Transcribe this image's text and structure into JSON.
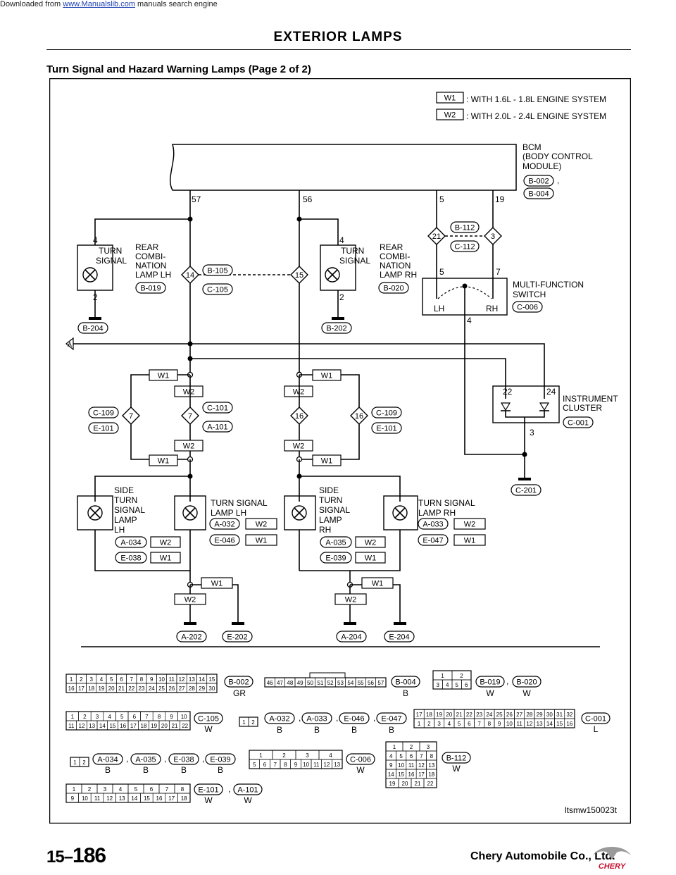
{
  "header": {
    "downloaded_from": "Downloaded from",
    "site_link": "www.Manualslib.com",
    "search_engine": "manuals search engine",
    "section_title": "EXTERIOR LAMPS",
    "page_title": "Turn Signal and Hazard Warning Lamps (Page 2 of 2)"
  },
  "legend": [
    {
      "code": "W1",
      "text": ": WITH 1.6L - 1.8L ENGINE SYSTEM"
    },
    {
      "code": "W2",
      "text": ": WITH 2.0L - 2.4L ENGINE SYSTEM"
    }
  ],
  "bcm": {
    "name": "BCM",
    "desc1": "(BODY CONTROL",
    "desc2": "MODULE)",
    "conn1": "B-002",
    "sep": ",",
    "conn2": "B-004",
    "pins": [
      "57",
      "56",
      "5",
      "19"
    ]
  },
  "rear_lh": {
    "inner1": "TURN",
    "inner2": "SIGNAL",
    "l1": "REAR",
    "l2": "COMBI-",
    "l3": "NATION",
    "l4": "LAMP LH",
    "conn": "B-019",
    "pin_top": "4",
    "pin_bot": "2",
    "ground": "B-204"
  },
  "rear_rh": {
    "inner1": "TURN",
    "inner2": "SIGNAL",
    "l1": "REAR",
    "l2": "COMBI-",
    "l3": "NATION",
    "l4": "LAMP RH",
    "conn": "B-020",
    "pin_top": "4",
    "pin_bot": "2",
    "ground": "B-202"
  },
  "inline_105": {
    "pin_l": "14",
    "pin_r": "15",
    "c1": "B-105",
    "c2": "C-105"
  },
  "inline_112": {
    "pin_l": "21",
    "pin_r": "3",
    "c1": "B-112",
    "c2": "C-112"
  },
  "mfs": {
    "l1": "MULTI-FUNCTION",
    "l2": "SWITCH",
    "conn": "C-006",
    "pin_l": "5",
    "pin_r": "7",
    "lh": "LH",
    "rh": "RH",
    "pin_b": "4"
  },
  "offpage": "A",
  "variants": {
    "w1": "W1",
    "w2": "W2"
  },
  "inline_109": {
    "c1": "C-109",
    "c2": "E-101",
    "pin_l": "7",
    "pin_r": "16"
  },
  "inline_101": {
    "c1": "C-101",
    "c2": "A-101",
    "pin_l": "7",
    "pin_r": "16"
  },
  "cluster": {
    "l1": "INSTRUMENT",
    "l2": "CLUSTER",
    "conn": "C-001",
    "pin_a": "22",
    "pin_b": "24",
    "pin_g": "3",
    "ground": "C-201"
  },
  "side_lh": {
    "l1": "SIDE",
    "l2": "TURN",
    "l3": "SIGNAL",
    "l4": "LAMP",
    "l5": "LH",
    "c1": "A-034",
    "c2": "E-038"
  },
  "turn_lh": {
    "l1": "TURN SIGNAL",
    "l2": "LAMP LH",
    "c1": "A-032",
    "c2": "E-046"
  },
  "side_rh": {
    "l1": "SIDE",
    "l2": "TURN",
    "l3": "SIGNAL",
    "l4": "LAMP",
    "l5": "RH",
    "c1": "A-035",
    "c2": "E-039"
  },
  "turn_rh": {
    "l1": "TURN SIGNAL",
    "l2": "LAMP RH",
    "c1": "A-033",
    "c2": "E-047"
  },
  "grounds": [
    "A-202",
    "E-202",
    "A-204",
    "E-204"
  ],
  "connectors": {
    "b002": {
      "pins_top": [
        "1",
        "2",
        "3",
        "4",
        "5",
        "6",
        "7",
        "8",
        "9",
        "10",
        "11",
        "12",
        "13",
        "14",
        "15"
      ],
      "pins_bot": [
        "16",
        "17",
        "18",
        "19",
        "20",
        "21",
        "22",
        "23",
        "24",
        "25",
        "26",
        "27",
        "28",
        "29",
        "30"
      ],
      "code": "B-002",
      "color": "GR"
    },
    "b004": {
      "pins": [
        "46",
        "47",
        "48",
        "49",
        "50",
        "51",
        "52",
        "53",
        "54",
        "55",
        "56",
        "57"
      ],
      "code": "B-004",
      "color": "B"
    },
    "b019": {
      "top": [
        "1",
        "2"
      ],
      "bot": [
        "3",
        "4",
        "5",
        "6"
      ],
      "code1": "B-019",
      "code2": "B-020",
      "color1": "W",
      "color2": "W"
    },
    "c105": {
      "top": [
        "1",
        "2",
        "3",
        "4",
        "5",
        "6",
        "7",
        "8",
        "9",
        "10"
      ],
      "bot": [
        "11",
        "12",
        "13",
        "14",
        "15",
        "16",
        "17",
        "18",
        "19",
        "20",
        "21",
        "22"
      ],
      "code": "C-105",
      "color": "W"
    },
    "a032": {
      "pins": [
        "1",
        "2"
      ],
      "codes": [
        "A-032",
        "A-033",
        "E-046",
        "E-047"
      ],
      "colors": [
        "B",
        "B",
        "B",
        "B"
      ]
    },
    "c001": {
      "top": [
        "17",
        "18",
        "19",
        "20",
        "21",
        "22",
        "23",
        "24",
        "25",
        "26",
        "27",
        "28",
        "29",
        "30",
        "31",
        "32"
      ],
      "bot": [
        "1",
        "2",
        "3",
        "4",
        "5",
        "6",
        "7",
        "8",
        "9",
        "10",
        "11",
        "12",
        "13",
        "14",
        "15",
        "16"
      ],
      "code": "C-001",
      "color": "L"
    },
    "a034": {
      "pins": [
        "1",
        "2"
      ],
      "codes": [
        "A-034",
        "A-035",
        "E-038",
        "E-039"
      ],
      "colors": [
        "B",
        "B",
        "B",
        "B"
      ]
    },
    "c006": {
      "top": [
        "1",
        "2",
        "3",
        "4"
      ],
      "bot": [
        "5",
        "6",
        "7",
        "8",
        "9",
        "10",
        "11",
        "12",
        "13"
      ],
      "code": "C-006",
      "color": "W"
    },
    "b112": {
      "rows": [
        [
          "1",
          "2",
          "3"
        ],
        [
          "4",
          "5",
          "6",
          "7",
          "8"
        ],
        [
          "9",
          "10",
          "11",
          "12",
          "13"
        ],
        [
          "14",
          "15",
          "16",
          "17",
          "18"
        ],
        [
          "19",
          "20",
          "21",
          "22"
        ]
      ],
      "code": "B-112",
      "color": "W"
    },
    "e101": {
      "top": [
        "1",
        "2",
        "3",
        "4",
        "5",
        "6",
        "7",
        "8"
      ],
      "bot": [
        "9",
        "10",
        "11",
        "12",
        "13",
        "14",
        "15",
        "16",
        "17",
        "18"
      ],
      "code1": "E-101",
      "code2": "A-101",
      "color1": "W",
      "color2": "W"
    }
  },
  "figure_id": "ltsmw150023t",
  "footer": {
    "page_prefix": "15–",
    "page_number": "186",
    "company": "Chery Automobile Co., Ltd.",
    "logo_text": "CHERY"
  },
  "colors": {
    "ink": "#000000",
    "link": "#1a3fb0",
    "logo_red": "#c8102e",
    "logo_grey": "#9a9a9a"
  }
}
